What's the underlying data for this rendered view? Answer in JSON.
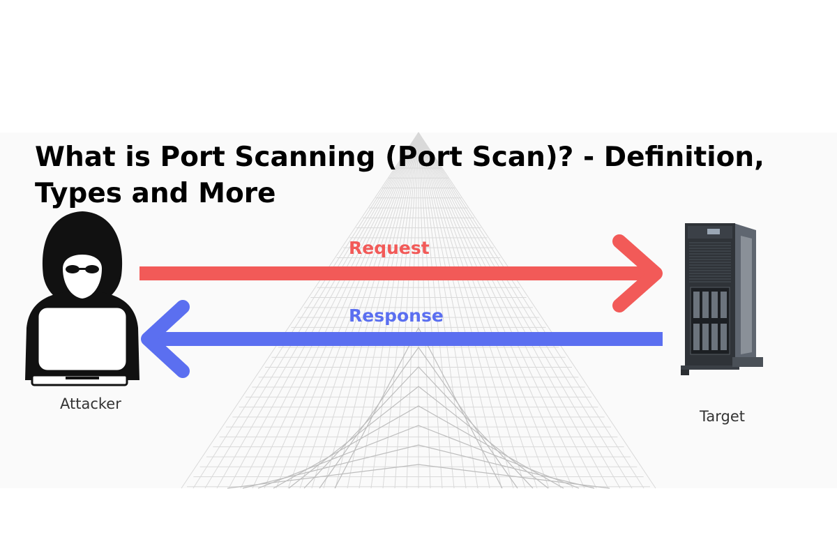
{
  "title": {
    "line1": "What is Port Scanning (Port Scan)? - Definition,",
    "line2": "Types and More"
  },
  "nodes": {
    "attacker": {
      "label": "Attacker",
      "icon": "hooded-hacker-laptop-icon"
    },
    "target": {
      "label": "Target",
      "icon": "tower-server-icon"
    }
  },
  "edges": {
    "request": {
      "label": "Request",
      "color": "#f25a58",
      "direction": "attacker-to-target"
    },
    "response": {
      "label": "Response",
      "color": "#5b6ff0",
      "direction": "target-to-attacker"
    }
  }
}
